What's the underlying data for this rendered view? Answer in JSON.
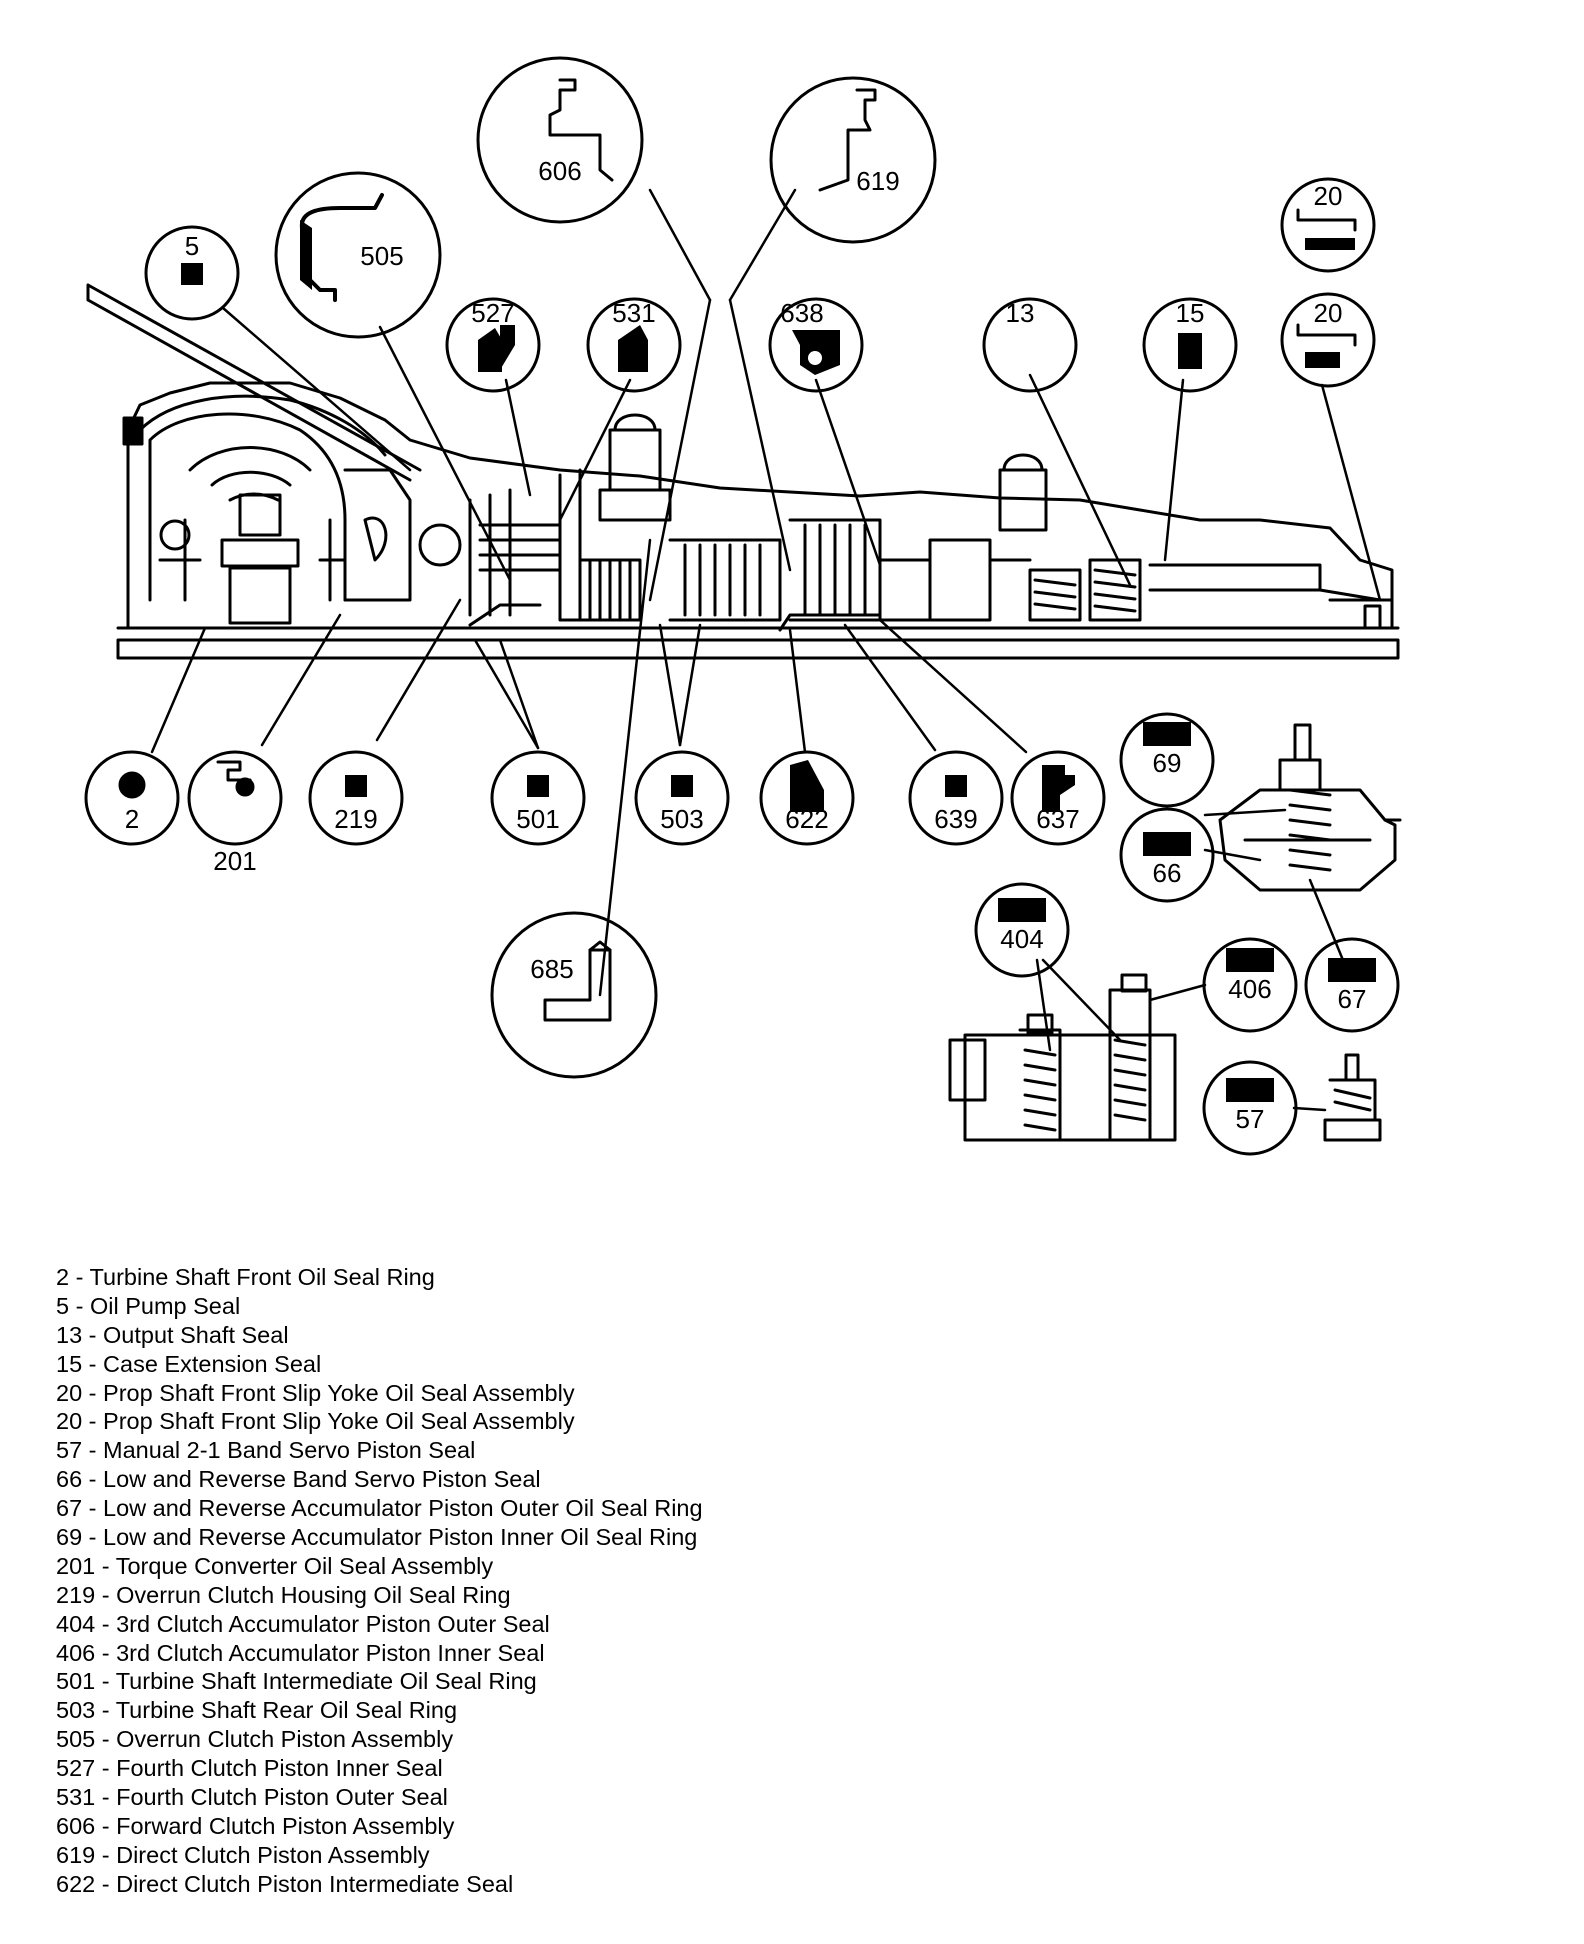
{
  "callouts": [
    {
      "id": "c-2",
      "label": "2"
    },
    {
      "id": "c-201-label",
      "label": "201"
    },
    {
      "id": "c-219",
      "label": "219"
    },
    {
      "id": "c-501",
      "label": "501"
    },
    {
      "id": "c-503",
      "label": "503"
    },
    {
      "id": "c-622",
      "label": "622"
    },
    {
      "id": "c-639",
      "label": "639"
    },
    {
      "id": "c-637",
      "label": "637"
    },
    {
      "id": "c-5",
      "label": "5"
    },
    {
      "id": "c-505",
      "label": "505"
    },
    {
      "id": "c-527",
      "label": "527"
    },
    {
      "id": "c-531",
      "label": "531"
    },
    {
      "id": "c-606",
      "label": "606"
    },
    {
      "id": "c-619",
      "label": "619"
    },
    {
      "id": "c-638",
      "label": "638"
    },
    {
      "id": "c-13",
      "label": "13"
    },
    {
      "id": "c-15",
      "label": "15"
    },
    {
      "id": "c-20a",
      "label": "20"
    },
    {
      "id": "c-20b",
      "label": "20"
    },
    {
      "id": "c-685",
      "label": "685"
    },
    {
      "id": "c-69",
      "label": "69"
    },
    {
      "id": "c-66",
      "label": "66"
    },
    {
      "id": "c-404",
      "label": "404"
    },
    {
      "id": "c-406",
      "label": "406"
    },
    {
      "id": "c-67",
      "label": "67"
    },
    {
      "id": "c-57",
      "label": "57"
    }
  ],
  "legend": [
    {
      "num": "2",
      "sep": " - ",
      "desc": "Turbine Shaft Front Oil Seal Ring"
    },
    {
      "num": "5",
      "sep": " - ",
      "desc": "Oil Pump Seal"
    },
    {
      "num": "13",
      "sep": " - ",
      "desc": "Output Shaft Seal"
    },
    {
      "num": "15",
      "sep": " - ",
      "desc": "Case Extension Seal"
    },
    {
      "num": "20",
      "sep": " - ",
      "desc": "Prop Shaft Front Slip Yoke Oil Seal Assembly"
    },
    {
      "num": "20",
      "sep": " - ",
      "desc": "Prop Shaft Front Slip Yoke Oil Seal Assembly"
    },
    {
      "num": "57",
      "sep": " - ",
      "desc": "Manual 2-1 Band Servo Piston Seal"
    },
    {
      "num": "66",
      "sep": " - ",
      "desc": "Low and Reverse Band Servo Piston Seal"
    },
    {
      "num": "67",
      "sep": " - ",
      "desc": "Low and Reverse Accumulator Piston Outer Oil Seal Ring"
    },
    {
      "num": "69",
      "sep": " - ",
      "desc": "Low and Reverse Accumulator Piston Inner Oil Seal Ring"
    },
    {
      "num": "201",
      "sep": " - ",
      "desc": "Torque Converter Oil Seal Assembly"
    },
    {
      "num": "219",
      "sep": " - ",
      "desc": "Overrun Clutch Housing Oil Seal Ring"
    },
    {
      "num": "404",
      "sep": " - ",
      "desc": "3rd Clutch Accumulator Piston Outer Seal"
    },
    {
      "num": "406",
      "sep": " - ",
      "desc": "3rd Clutch Accumulator Piston Inner Seal"
    },
    {
      "num": "501",
      "sep": " - ",
      "desc": "Turbine Shaft Intermediate Oil Seal Ring"
    },
    {
      "num": "503",
      "sep": " - ",
      "desc": "Turbine Shaft Rear Oil Seal Ring"
    },
    {
      "num": "505",
      "sep": " - ",
      "desc": "Overrun Clutch Piston Assembly"
    },
    {
      "num": "527",
      "sep": " - ",
      "desc": "Fourth Clutch Piston Inner Seal"
    },
    {
      "num": "531",
      "sep": " - ",
      "desc": "Fourth Clutch Piston Outer Seal"
    },
    {
      "num": "606",
      "sep": " - ",
      "desc": "Forward Clutch Piston Assembly"
    },
    {
      "num": "619",
      "sep": " - ",
      "desc": "Direct Clutch Piston Assembly"
    },
    {
      "num": "622",
      "sep": " - ",
      "desc": "Direct Clutch Piston Intermediate Seal"
    }
  ]
}
